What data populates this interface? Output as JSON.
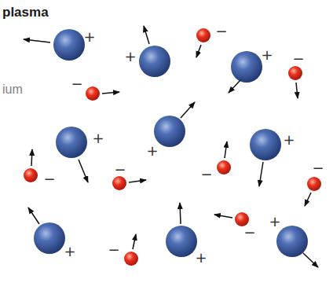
{
  "diagram": {
    "title": "plasma",
    "labels": [
      "ium",
      "+",
      "−",
      "+",
      "+",
      "−",
      "−",
      "+",
      "+",
      "+",
      "−",
      "−",
      "−",
      "−",
      "+",
      "−",
      "−",
      "+",
      "+"
    ]
  }
}
